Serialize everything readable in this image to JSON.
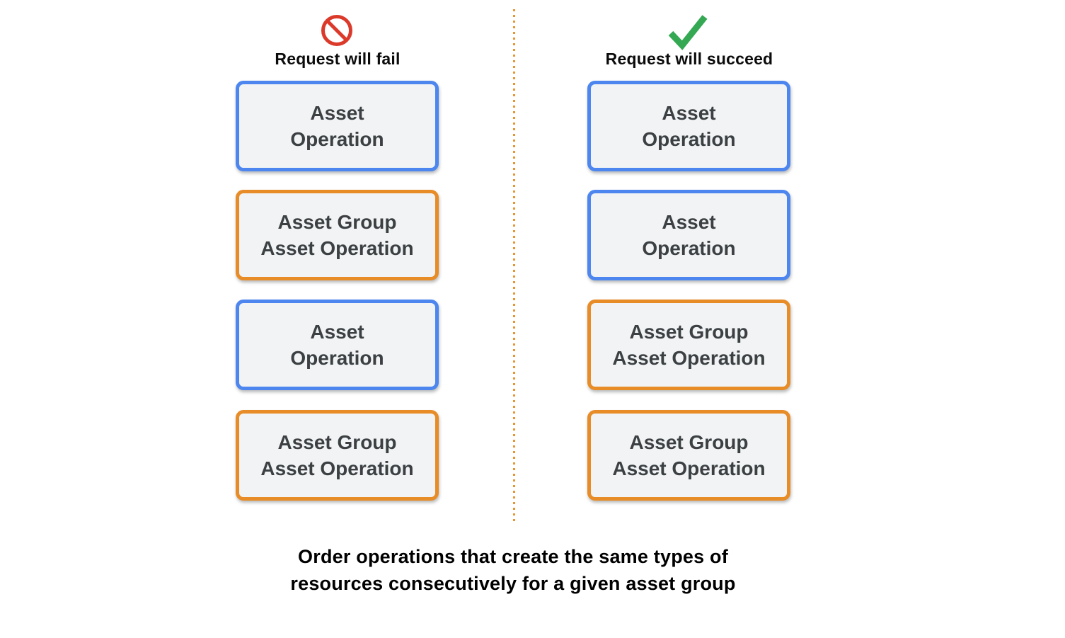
{
  "colors": {
    "asset_operation_border": "#4C86EE",
    "asset_group_border": "#E78C27",
    "box_background": "#F1F3F4",
    "box_text": "#3C4043",
    "fail_icon_red": "#DB3A2B",
    "success_icon_green": "#34A853",
    "divider_orange": "#E8942F",
    "header_text": "#0b0b0b",
    "caption_text": "#000000"
  },
  "columns": [
    {
      "id": "fail",
      "icon": "prohibition-icon",
      "header": "Request will fail",
      "boxes": [
        {
          "label": "Asset\nOperation",
          "border": "blue"
        },
        {
          "label": "Asset Group\nAsset Operation",
          "border": "orange"
        },
        {
          "label": "Asset\nOperation",
          "border": "blue"
        },
        {
          "label": "Asset Group\nAsset Operation",
          "border": "orange"
        }
      ]
    },
    {
      "id": "succeed",
      "icon": "checkmark-icon",
      "header": "Request will succeed",
      "boxes": [
        {
          "label": "Asset\nOperation",
          "border": "blue"
        },
        {
          "label": "Asset\nOperation",
          "border": "blue"
        },
        {
          "label": "Asset Group\nAsset Operation",
          "border": "orange"
        },
        {
          "label": "Asset Group\nAsset Operation",
          "border": "orange"
        }
      ]
    }
  ],
  "caption": "Order operations that create the same types of\nresources consecutively for a given asset group"
}
